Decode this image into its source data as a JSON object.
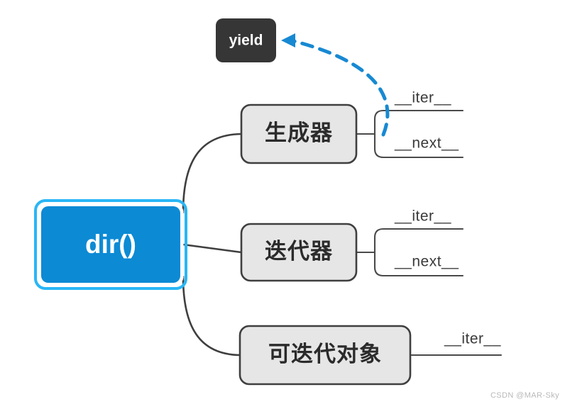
{
  "diagram": {
    "type": "mindmap",
    "title": "dir() mind map",
    "background": "#ffffff",
    "colors": {
      "accent_blue": "#0c8ad4",
      "selection_blue": "#29b6f6",
      "node_fill": "#e6e6e6",
      "node_border": "#3f3f3f",
      "dark_node_fill": "#363636",
      "text_dark": "#2b2b2b",
      "text_white": "#ffffff",
      "connector": "#3f3f3f",
      "watermark": "#b9b9b9"
    },
    "root": {
      "label": "dir()",
      "fill": "#0c8ad4",
      "text_color": "#ffffff",
      "selected": true
    },
    "branches": [
      {
        "id": "generator",
        "label": "生成器",
        "children": [
          "__iter__",
          "__next__"
        ],
        "connector": "bracket"
      },
      {
        "id": "iterator",
        "label": "迭代器",
        "children": [
          "__iter__",
          "__next__"
        ],
        "connector": "bracket"
      },
      {
        "id": "iterable",
        "label": "可迭代对象",
        "children": [
          "__iter__"
        ],
        "connector": "line"
      }
    ],
    "callout": {
      "label": "yield",
      "fill": "#363636",
      "text_color": "#ffffff",
      "arrow_style": "dashed",
      "arrow_color": "#0c8ad4",
      "arrow_direction": "to-yield",
      "source": "generator"
    },
    "watermark": "CSDN @MAR-Sky"
  }
}
